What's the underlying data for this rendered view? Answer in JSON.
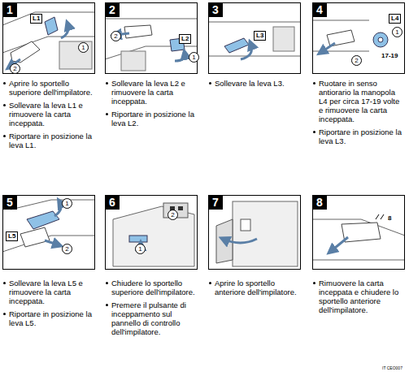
{
  "diagram": {
    "nodes": [
      {
        "text": [
          "1"
        ]
      },
      {
        "text": [
          "2"
        ]
      },
      {
        "text": [
          "3"
        ]
      },
      {
        "text": [
          "4"
        ]
      },
      {
        "text": [
          "5"
        ]
      },
      {
        "text": [
          "6"
        ]
      },
      {
        "text": [
          "7"
        ]
      },
      {
        "text": [
          "8"
        ]
      }
    ],
    "labels": [
      "L1",
      "1",
      "2",
      "Aprire lo sportello superiore dell'impilatore.",
      "Sollevare la leva L1 e rimuovere la carta inceppata.",
      "Riportare in posizione la leva L1.",
      "L2",
      "2",
      "1",
      "Sollevare la leva L2 e rimuovere la carta inceppata.",
      "Riportare in posizione la leva L2.",
      "L3",
      "Sollevare la leva L3.",
      "L4",
      "1",
      "2",
      "17-19",
      "Ruotare in senso antiorario la manopola L4 per circa 17-19 volte e rimuovere la carta inceppata.",
      "Riportare in posizione la leva L3.",
      "L5",
      "1",
      "2",
      "Sollevare la leva L5 e rimuovere la carta inceppata.",
      "Riportare in posizione la leva L5.",
      "2",
      "1",
      "Chiudere lo sportello superiore dell'impilatore.",
      "Premere il pulsante di inceppamento sul pannello di controllo dell'impilatore.",
      "8",
      "Aprire lo sportello anteriore dell'impilatore.",
      "Rimuovere la carta inceppata e chiudere lo sportello anteriore dell'impilatore.",
      "IT CEO007"
    ]
  }
}
